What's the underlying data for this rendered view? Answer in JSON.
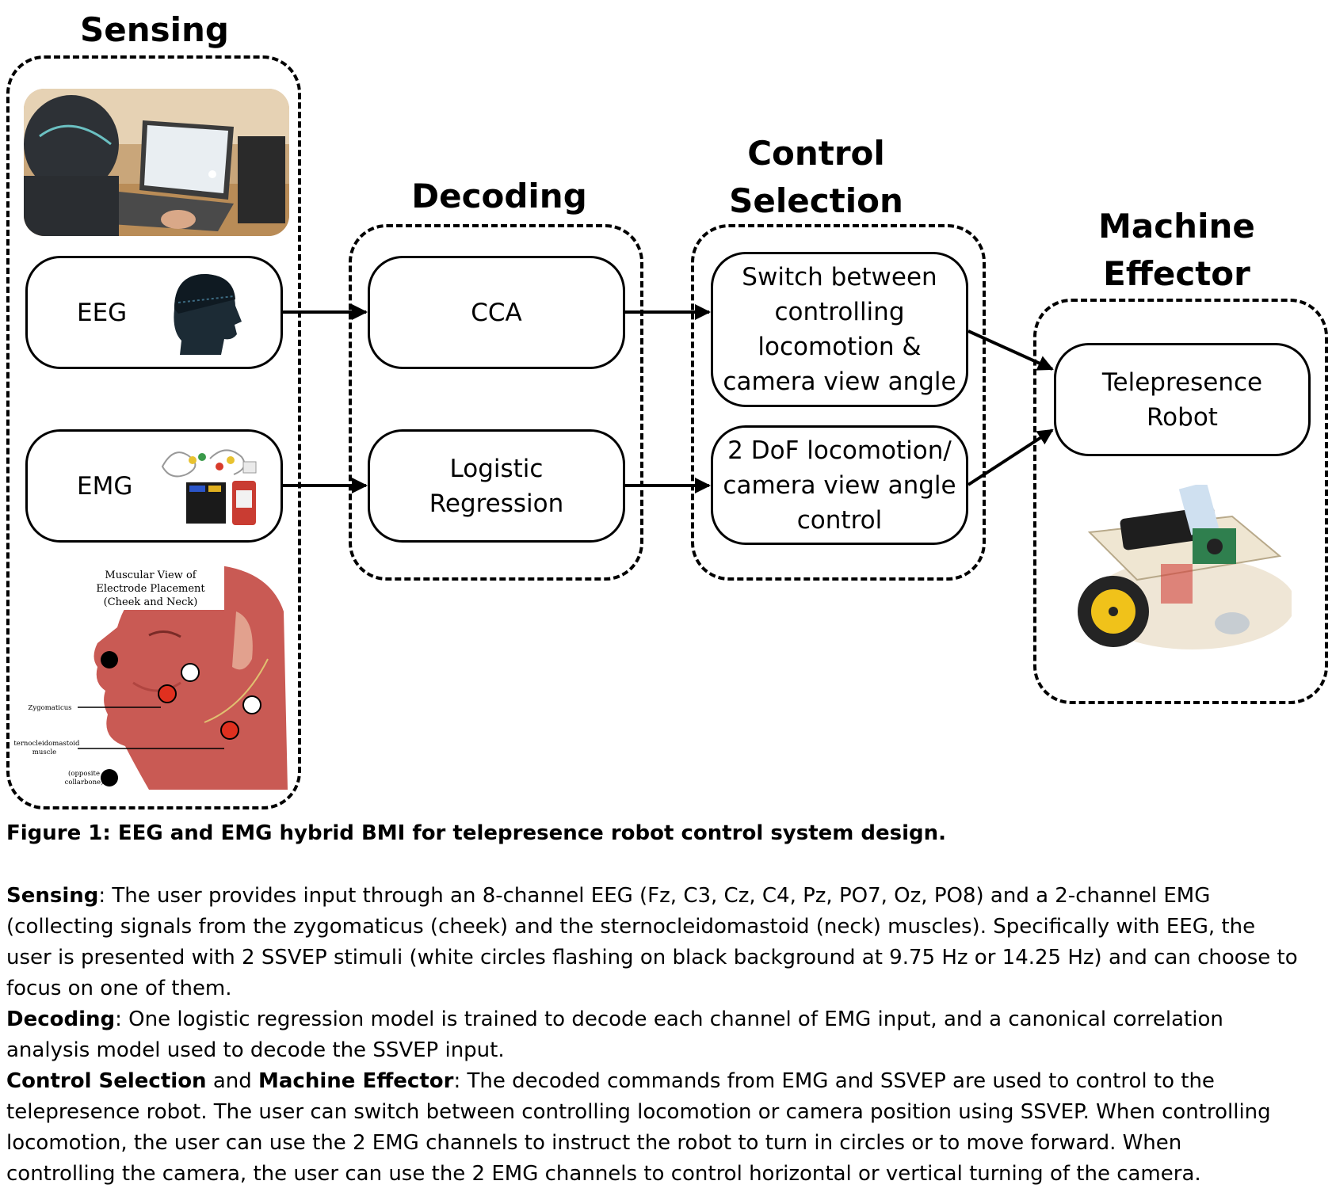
{
  "stages": {
    "sensing": "Sensing",
    "decoding": "Decoding",
    "control_selection": "Control\nSelection",
    "machine_effector": "Machine\nEffector"
  },
  "nodes": {
    "eeg": "EEG",
    "emg": "EMG",
    "cca": "CCA",
    "logistic_regression": "Logistic\nRegression",
    "switch": "Switch between\ncontrolling\nlocomotion &\ncamera view angle",
    "dof": "2 DoF locomotion/\ncamera view angle\ncontrol",
    "robot": "Telepresence\nRobot"
  },
  "muscle_image": {
    "title": "Muscular View of\nElectrode Placement\n(Cheek and Neck)",
    "zygomaticus": "Zygomaticus",
    "scm": "Sternocleidomastoid\nmuscle",
    "collarbone": "(opposite\ncollarbone)"
  },
  "caption": "Figure 1: EEG and EMG hybrid BMI for telepresence robot control system design.",
  "description": {
    "sensing_label": "Sensing",
    "sensing_line1": ": The user provides input through an 8-channel EEG (Fz, C3, Cz, C4, Pz, PO7, Oz, PO8) and a 2-channel EMG",
    "sensing_line2": "(collecting signals from the zygomaticus (cheek) and the sternocleidomastoid (neck) muscles). Specifically with EEG, the",
    "sensing_line3": "user is presented with 2 SSVEP stimuli (white circles flashing on black background at 9.75 Hz or 14.25 Hz) and can choose to",
    "sensing_line4": "focus on one of them.",
    "decoding_label": "Decoding",
    "decoding_line1": ": One logistic regression model is trained to decode each channel of EMG input, and a canonical correlation",
    "decoding_line2": "analysis model used to decode the SSVEP input.",
    "control_label": "Control Selection",
    "and_word": " and ",
    "effector_label": "Machine Effector",
    "control_line1": ": The decoded commands from EMG and SSVEP are used to control to the",
    "control_line2": "telepresence robot. The user can switch between controlling locomotion or camera position using SSVEP. When controlling",
    "control_line3": "locomotion, the user can use the 2 EMG channels to instruct the robot to turn in circles or to move forward. When",
    "control_line4": "controlling the camera, the user can use the 2 EMG channels to control horizontal or vertical turning of the camera."
  }
}
